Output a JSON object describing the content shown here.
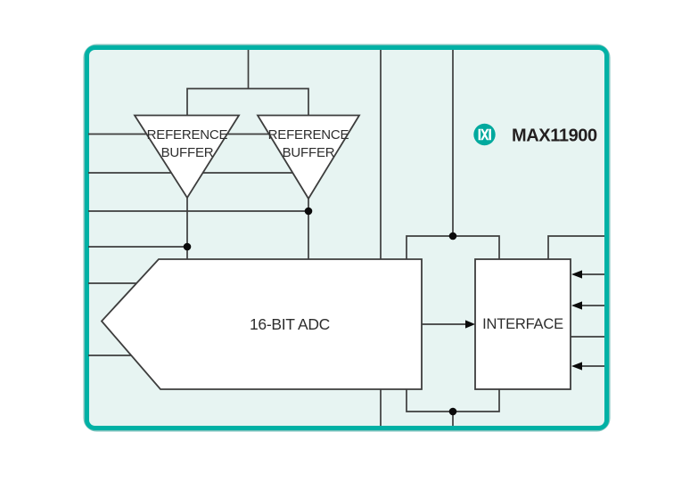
{
  "device": {
    "part_number": "MAX11900"
  },
  "blocks": {
    "ref_buffer_left": {
      "line1": "REFERENCE",
      "line2": "BUFFER"
    },
    "ref_buffer_right": {
      "line1": "REFERENCE",
      "line2": "BUFFER"
    },
    "adc": {
      "label": "16-BIT ADC"
    },
    "interface": {
      "label": "INTERFACE"
    }
  },
  "colors": {
    "brand_teal": "#00b1a5",
    "border_shadow_teal": "#0e8f85",
    "panel_fill": "#e7f4f2",
    "line_color": "#3d3d3d",
    "block_fill": "#ffffff",
    "text_color": "#2d2d2d",
    "dot_color": "#0b0b0b",
    "logo_circle": "#00a99e",
    "logo_glyph": "#ffffff"
  }
}
